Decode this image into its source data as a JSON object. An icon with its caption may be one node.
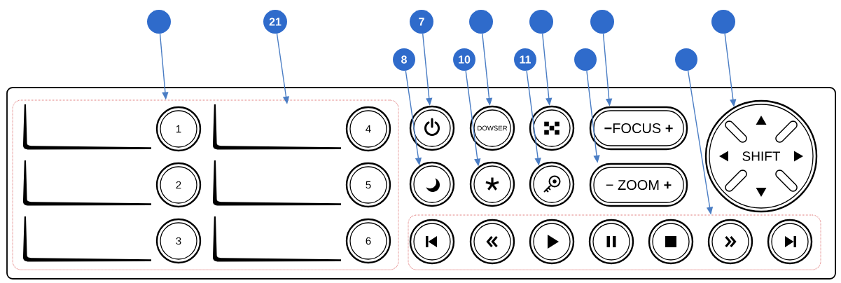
{
  "diagram": {
    "nodes": [
      {
        "text": [],
        "shape": "circle"
      },
      {
        "text": [
          "21"
        ]
      },
      {
        "text": [
          "7"
        ]
      },
      {
        "text": [],
        "shape": "circle"
      },
      {
        "text": [],
        "shape": "circle"
      },
      {
        "text": [],
        "shape": "circle"
      },
      {
        "text": [],
        "shape": "circle"
      },
      {
        "text": [
          "8"
        ]
      },
      {
        "text": [
          "10"
        ]
      },
      {
        "text": [
          "11"
        ]
      },
      {
        "text": [],
        "shape": "circle"
      },
      {
        "text": [],
        "shape": "circle"
      },
      {
        "text": [],
        "shape": "box"
      },
      {
        "text": [],
        "shape": "box",
        "in": 12
      },
      {
        "text": [],
        "shape": "box",
        "in": 13
      },
      {
        "text": [
          "1"
        ],
        "in": 13
      },
      {
        "text": [],
        "shape": "box",
        "in": 13
      },
      {
        "text": [
          "4"
        ],
        "in": 13
      },
      {
        "text": [],
        "shape": "box",
        "in": 13
      },
      {
        "text": [
          "2"
        ],
        "in": 13
      },
      {
        "text": [],
        "shape": "box",
        "in": 13
      },
      {
        "text": [
          "5"
        ],
        "in": 13
      },
      {
        "text": [],
        "shape": "box",
        "in": 13
      },
      {
        "text": [
          "3"
        ],
        "in": 13
      },
      {
        "text": [],
        "shape": "box",
        "in": 13
      },
      {
        "text": [
          "6"
        ],
        "in": 13
      },
      {
        "text": [],
        "shape": "circle",
        "in": 12
      },
      {
        "text": [
          "DOWSER"
        ],
        "in": 12
      },
      {
        "text": [],
        "shape": "circle",
        "in": 12
      },
      {
        "text": [
          "**−**FOCUS **+**"
        ],
        "in": 12
      },
      {
        "text": [
          "SHIFT"
        ],
        "in": 12
      },
      {
        "text": [],
        "shape": "circle",
        "in": 12
      },
      {
        "text": [],
        "shape": "circle",
        "in": 12
      },
      {
        "text": [],
        "shape": "circle",
        "in": 12
      },
      {
        "text": [
          "− ZOOM **+**"
        ],
        "in": 12
      },
      {
        "text": [],
        "shape": "box",
        "in": 12
      },
      {
        "text": [],
        "shape": "circle",
        "in": 35
      },
      {
        "text": [],
        "shape": "circle",
        "in": 35
      },
      {
        "text": [],
        "shape": "circle",
        "in": 35
      },
      {
        "text": [],
        "shape": "circle",
        "in": 35
      },
      {
        "text": [],
        "shape": "circle",
        "in": 35
      },
      {
        "text": [],
        "shape": "circle",
        "in": 35
      },
      {
        "text": [],
        "shape": "circle",
        "in": 35
      }
    ],
    "edges": [
      {
        "from": 0,
        "to": 13,
        "arrow": "to"
      },
      {
        "from": 1,
        "to": 16,
        "arrow": "to"
      },
      {
        "from": 2,
        "to": 26,
        "arrow": "to"
      },
      {
        "from": 3,
        "to": 27,
        "arrow": "to"
      },
      {
        "from": 4,
        "to": 28,
        "arrow": "to"
      },
      {
        "from": 5,
        "to": 29,
        "arrow": "to"
      },
      {
        "from": 6,
        "to": 30,
        "arrow": "to"
      },
      {
        "from": 7,
        "to": 31,
        "arrow": "to"
      },
      {
        "from": 8,
        "to": 32,
        "arrow": "to"
      },
      {
        "from": 9,
        "to": 33,
        "arrow": "to"
      },
      {
        "from": 10,
        "to": 34,
        "arrow": "to"
      },
      {
        "from": 11,
        "to": 35,
        "arrow": "to"
      }
    ]
  }
}
